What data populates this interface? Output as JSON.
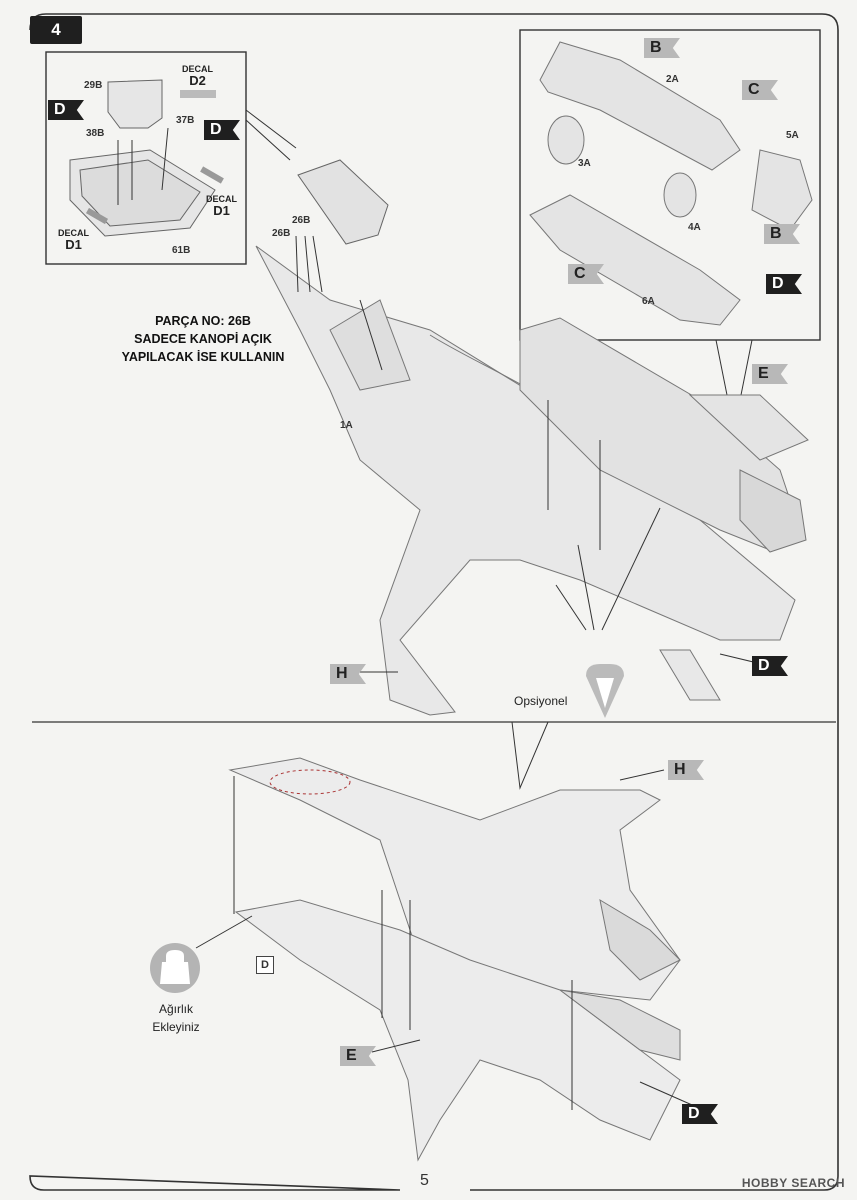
{
  "step": {
    "number": "4"
  },
  "parts": {
    "p29": "29B",
    "p38": "38B",
    "p37": "37B",
    "p61": "61B",
    "p26a": "26B",
    "p26b": "26B",
    "p1": "1A",
    "p2": "2A",
    "p3": "3A",
    "p4": "4A",
    "p5": "5A",
    "p6": "6A"
  },
  "decals": {
    "d2": {
      "label": "DECAL",
      "code": "D2"
    },
    "d1_right": {
      "label": "DECAL",
      "code": "D1"
    },
    "d1_left": {
      "label": "DECAL",
      "code": "D1"
    }
  },
  "note": {
    "line1": "PARÇA NO: 26B",
    "line2": "SADECE KANOPİ AÇIK",
    "line3": "YAPILACAK İSE KULLANIN"
  },
  "flags": {
    "D": "D",
    "B": "B",
    "C": "C",
    "E": "E",
    "H": "H"
  },
  "optional_label": "Opsiyonel",
  "weight": {
    "line1": "Ağırlık",
    "line2": "Ekleyiniz"
  },
  "small_box": "D",
  "page_number": "5",
  "watermark": "HOBBY SEARCH"
}
